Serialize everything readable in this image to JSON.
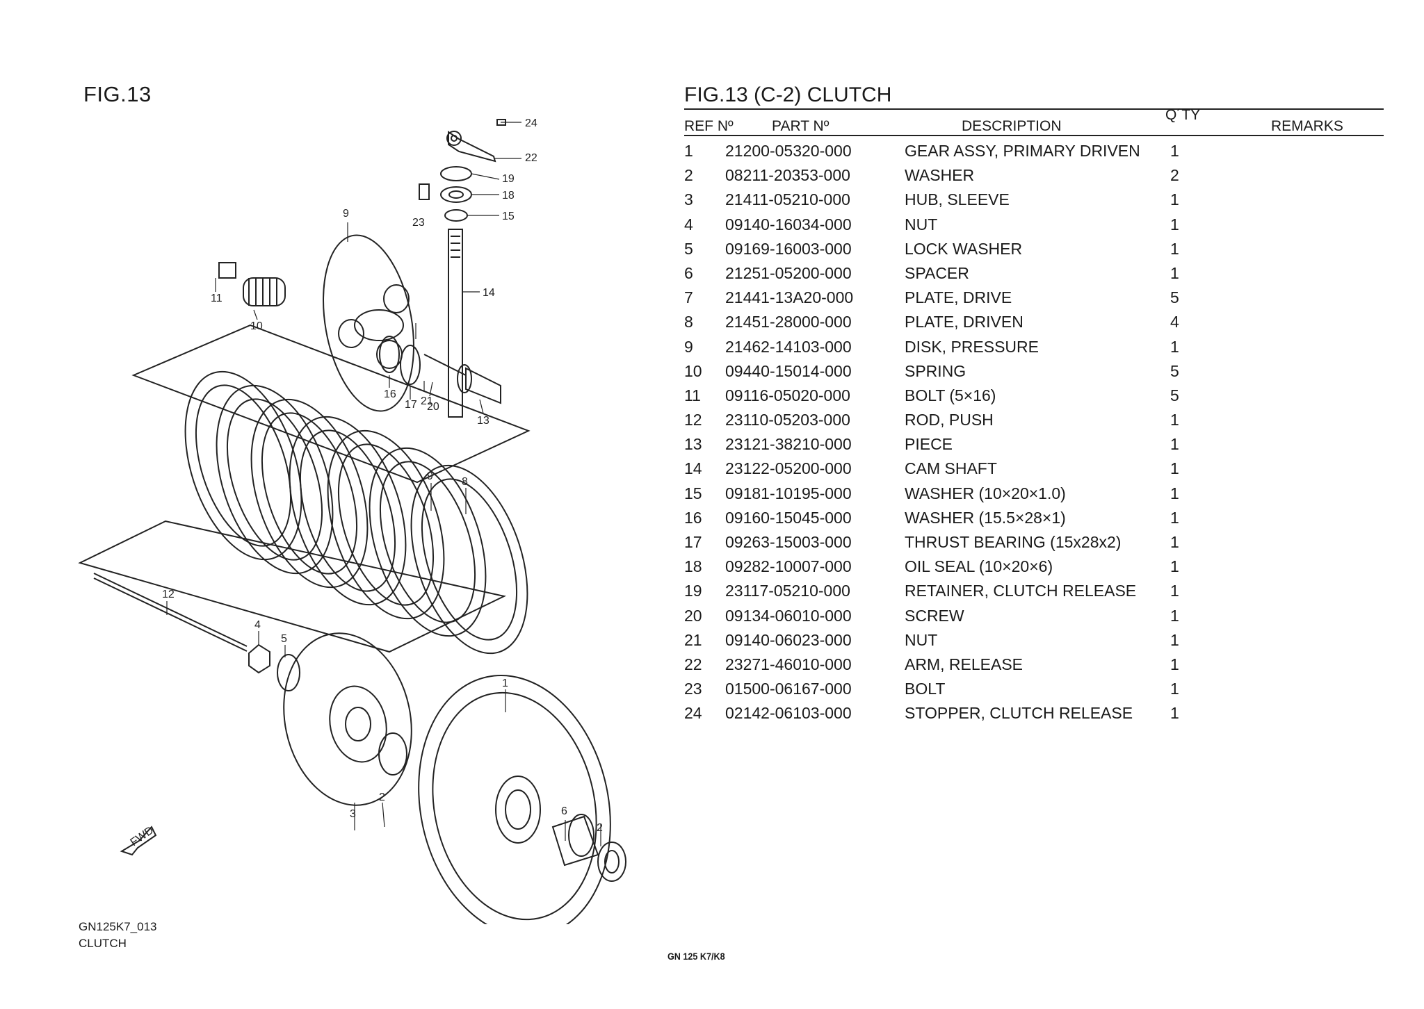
{
  "figure_label": "FIG.13",
  "diagram_code": "GN125K7_013",
  "diagram_name": "CLUTCH",
  "footer": "GN 125 K7/K8",
  "table": {
    "title": "FIG.13 (C-2) CLUTCH",
    "headers": {
      "ref": "REF Nº",
      "part": "PART Nº",
      "description": "DESCRIPTION",
      "qty": "Q´TY",
      "remarks": "REMARKS"
    },
    "rows": [
      {
        "ref": "1",
        "part": "21200-05320-000",
        "desc": "GEAR ASSY, PRIMARY DRIVEN",
        "qty": "1"
      },
      {
        "ref": "2",
        "part": "08211-20353-000",
        "desc": "WASHER",
        "qty": "2"
      },
      {
        "ref": "3",
        "part": "21411-05210-000",
        "desc": "HUB, SLEEVE",
        "qty": "1"
      },
      {
        "ref": "4",
        "part": "09140-16034-000",
        "desc": "NUT",
        "qty": "1"
      },
      {
        "ref": "5",
        "part": "09169-16003-000",
        "desc": "LOCK WASHER",
        "qty": "1"
      },
      {
        "ref": "6",
        "part": "21251-05200-000",
        "desc": "SPACER",
        "qty": "1"
      },
      {
        "ref": "7",
        "part": "21441-13A20-000",
        "desc": "PLATE, DRIVE",
        "qty": "5"
      },
      {
        "ref": "8",
        "part": "21451-28000-000",
        "desc": "PLATE, DRIVEN",
        "qty": "4"
      },
      {
        "ref": "9",
        "part": "21462-14103-000",
        "desc": "DISK, PRESSURE",
        "qty": "1"
      },
      {
        "ref": "10",
        "part": "09440-15014-000",
        "desc": "SPRING",
        "qty": "5"
      },
      {
        "ref": "11",
        "part": "09116-05020-000",
        "desc": "BOLT (5×16)",
        "qty": "5"
      },
      {
        "ref": "12",
        "part": "23110-05203-000",
        "desc": "ROD, PUSH",
        "qty": "1"
      },
      {
        "ref": "13",
        "part": "23121-38210-000",
        "desc": "PIECE",
        "qty": "1"
      },
      {
        "ref": "14",
        "part": "23122-05200-000",
        "desc": "CAM SHAFT",
        "qty": "1"
      },
      {
        "ref": "15",
        "part": "09181-10195-000",
        "desc": "WASHER (10×20×1.0)",
        "qty": "1"
      },
      {
        "ref": "16",
        "part": "09160-15045-000",
        "desc": "WASHER (15.5×28×1)",
        "qty": "1"
      },
      {
        "ref": "17",
        "part": "09263-15003-000",
        "desc": "THRUST BEARING (15x28x2)",
        "qty": "1"
      },
      {
        "ref": "18",
        "part": "09282-10007-000",
        "desc": "OIL SEAL (10×20×6)",
        "qty": "1"
      },
      {
        "ref": "19",
        "part": "23117-05210-000",
        "desc": "RETAINER, CLUTCH RELEASE",
        "qty": "1"
      },
      {
        "ref": "20",
        "part": "09134-06010-000",
        "desc": "SCREW",
        "qty": "1"
      },
      {
        "ref": "21",
        "part": "09140-06023-000",
        "desc": "NUT",
        "qty": "1"
      },
      {
        "ref": "22",
        "part": "23271-46010-000",
        "desc": "ARM, RELEASE",
        "qty": "1"
      },
      {
        "ref": "23",
        "part": "01500-06167-000",
        "desc": "BOLT",
        "qty": "1"
      },
      {
        "ref": "24",
        "part": "02142-06103-000",
        "desc": "STOPPER, CLUTCH RELEASE",
        "qty": "1"
      }
    ]
  },
  "callouts": [
    "1",
    "2",
    "2",
    "3",
    "4",
    "5",
    "6",
    "8",
    "9",
    "9",
    "10",
    "11",
    "12",
    "13",
    "14",
    "15",
    "16",
    "17",
    "18",
    "19",
    "20",
    "21",
    "22",
    "23",
    "24"
  ],
  "fwd_mark": "FWD"
}
